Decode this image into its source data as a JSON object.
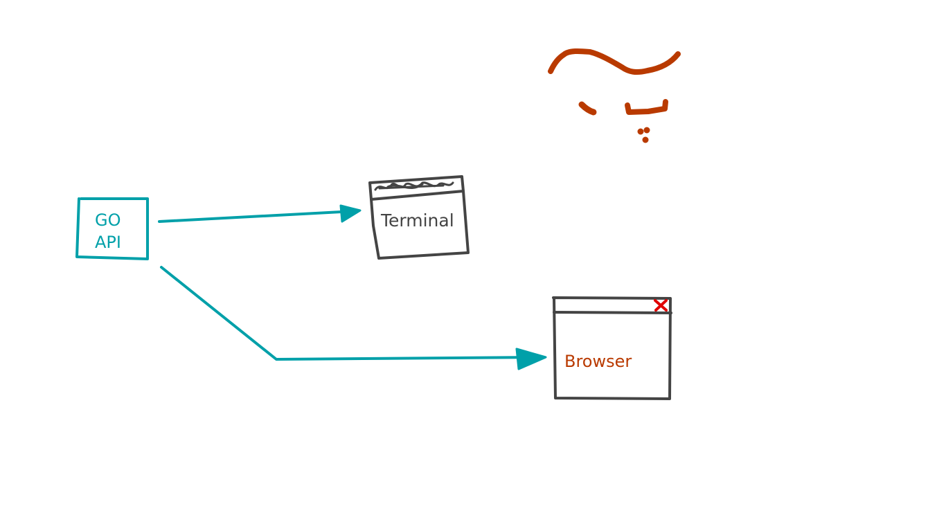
{
  "nodes": {
    "go_api": {
      "line1": "GO",
      "line2": "API"
    },
    "terminal": {
      "label": "Terminal"
    },
    "browser": {
      "label": "Browser"
    }
  },
  "colors": {
    "teal": "#00a0a9",
    "dark": "#444444",
    "orange": "#b93a00",
    "red": "#e00000"
  },
  "icons": {
    "terminal_titlebar": "scribble-titlebar-icon",
    "browser_close": "close-x-icon",
    "decoration": "urdu-calligraphy-scribble"
  }
}
